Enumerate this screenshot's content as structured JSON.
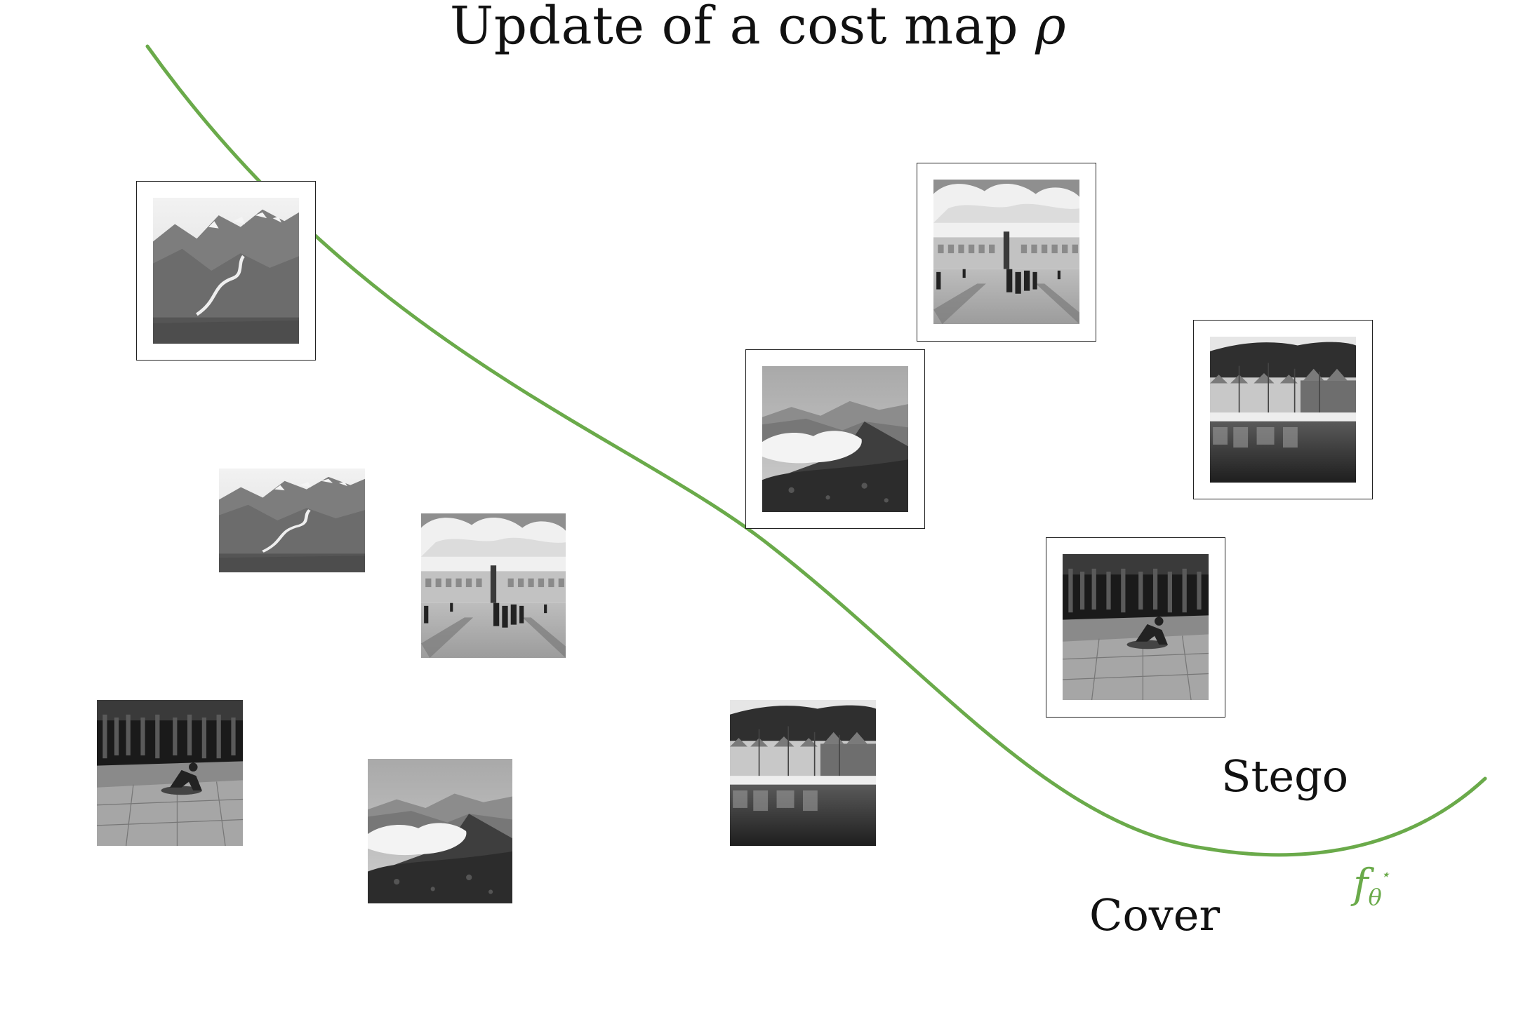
{
  "title": {
    "text": "Update of a cost map ",
    "symbol": "ρ"
  },
  "labels": {
    "stego": "Stego",
    "cover": "Cover",
    "function_base": "f",
    "function_sub": "θ",
    "function_sup": "⋆"
  },
  "colors": {
    "curve": "#6aaa4a",
    "frame": "#222222",
    "background": "#ffffff"
  },
  "images": [
    {
      "scene": "mountain-valley",
      "class": "stego"
    },
    {
      "scene": "mountain-valley",
      "class": "cover"
    },
    {
      "scene": "town-square",
      "class": "stego"
    },
    {
      "scene": "town-square",
      "class": "cover"
    },
    {
      "scene": "foggy-peak",
      "class": "stego"
    },
    {
      "scene": "foggy-peak",
      "class": "cover"
    },
    {
      "scene": "harbor-houses",
      "class": "stego"
    },
    {
      "scene": "harbor-houses",
      "class": "cover"
    },
    {
      "scene": "street-dancer",
      "class": "stego"
    },
    {
      "scene": "street-dancer",
      "class": "cover"
    }
  ]
}
